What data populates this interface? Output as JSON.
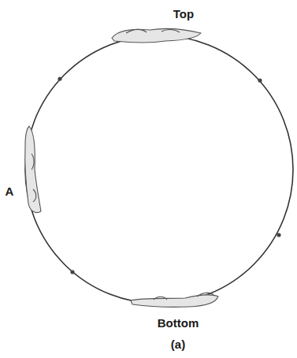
{
  "diagram": {
    "caption": "(a)",
    "labels": [
      "Top",
      "A",
      "Bottom"
    ]
  }
}
